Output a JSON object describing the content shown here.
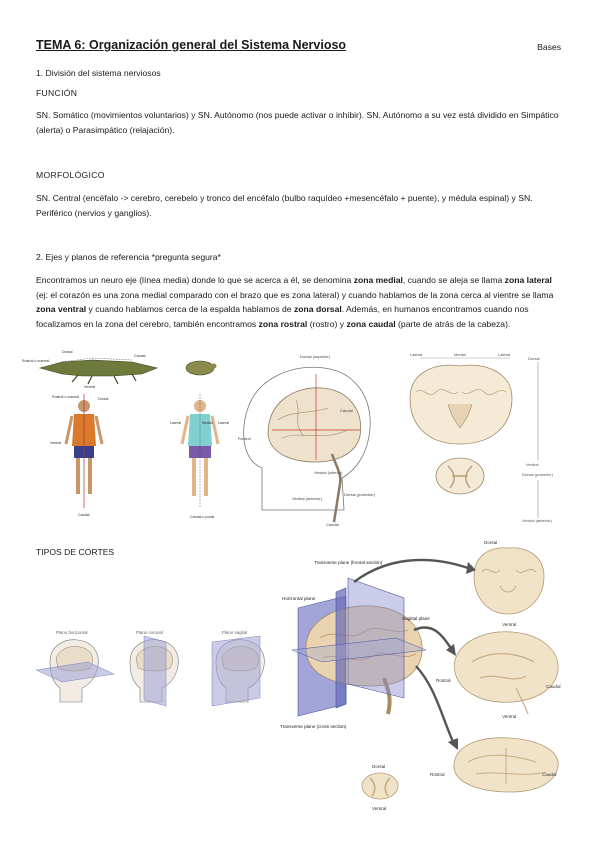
{
  "header": {
    "title_label": "TEMA 6:",
    "title_text": " Organización general del Sistema Nervioso",
    "tag": "Bases"
  },
  "section1": {
    "heading": "1.    División del sistema nerviosos",
    "funcion_label": "FUNCIÓN",
    "funcion_text": "SN. Somático (movimientos voluntarios) y SN. Autónomo (nos puede activar o inhibir). SN. Autónomo a su vez está dividido en Simpático (alerta) o Parasimpático (relajación).",
    "morfo_label": "MORFOLÓGICO",
    "morfo_text": "SN. Central (encéfalo -> cerebro, cerebelo y tronco del encéfalo (bulbo raquídeo +mesencéfalo + puente), y médula espinal) y SN. Periférico (nervios y ganglios)."
  },
  "section2": {
    "heading": "2.    Ejes y planos de referencia *pregunta segura*",
    "p1": "Encontramos un neuro eje (línea media) donde lo que se acerca a él, se denomina ",
    "b1": "zona medial",
    "p2": ", cuando se aleja se llama ",
    "b2": "zona lateral",
    "p3": " (ej: el corazón es una zona medial comparado con el brazo que es zona lateral) y cuando hablamos de la zona cerca al vientre se llama ",
    "b3": "zona ventral",
    "p4": " y cuando hablamos cerca de la espalda hablamos de ",
    "b4": "zona dorsal",
    "p5": ". Además, en humanos encontramos cuando nos focalizamos en la zona del cerebro, también encontramos ",
    "b5": "zona rostral",
    "p6": " (rostro) y ",
    "b6": "zona caudal",
    "p7": " (parte de atrás de la cabeza)."
  },
  "section3": {
    "heading": "TIPOS DE CORTES"
  },
  "figure1": {
    "croc_labels": [
      "Rostral o craneal",
      "Dorsal",
      "Caudal",
      "Ventral"
    ],
    "man_labels": [
      "Rostral o craneal",
      "Dorsal",
      "Ventral",
      "Caudal"
    ],
    "woman_labels": [
      "Lateral",
      "Medial",
      "Lateral",
      "Caudal o podal"
    ]
  },
  "figure2": {
    "labels": [
      "Dorsal (superior)",
      "Rostral",
      "Caudal",
      "Ventral (inferior)",
      "Ventral (anterior)",
      "Dorsal (posterior)",
      "Caudal"
    ]
  },
  "figure3": {
    "top_labels": [
      "Lateral",
      "Medial",
      "Lateral"
    ],
    "right_labels": [
      "Dorsal",
      "Ventral",
      "Dorsal (posterior)",
      "Ventral (anterior)"
    ]
  },
  "figure4": {
    "heads": [
      "Plano horizontal",
      "Plano coronal",
      "Plano sagital"
    ]
  },
  "figure5": {
    "labels": {
      "transverse_frontal": "Transverse plane (frontal section)",
      "horizontal": "Horizontal plane",
      "sagittal": "Sagittal plane",
      "transverse_cross": "Transverse plane (cross section)",
      "dorsal_top": "Dorsal",
      "ventral_1": "Ventral",
      "rostral_1": "Rostral",
      "caudal_1": "Caudal",
      "ventral_2": "Ventral",
      "rostral_2": "Rostral",
      "caudal_2": "Caudal",
      "dorsal_cord": "Dorsal",
      "ventral_cord": "Ventral"
    }
  },
  "colors": {
    "brain_tan": "#e9d3b0",
    "plane_blue": "#7b7fc6",
    "section_cream": "#f1e3c8"
  }
}
